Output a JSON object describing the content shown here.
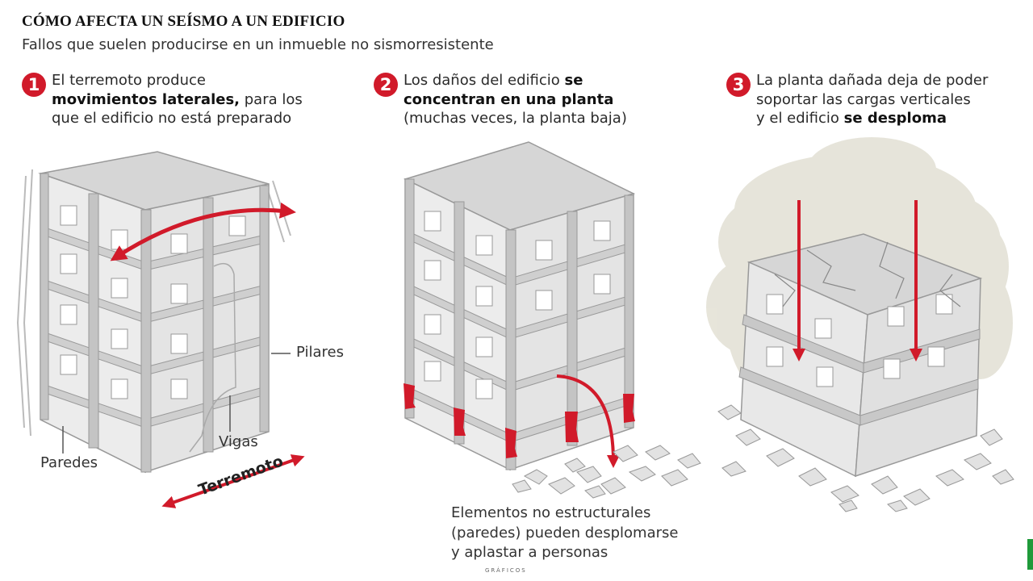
{
  "header": {
    "title": "CÓMO AFECTA UN SEÍSMO A UN EDIFICIO",
    "subtitle": "Fallos que suelen producirse en un inmueble no sismorresistente"
  },
  "steps": [
    {
      "number": "1",
      "line1_normal": "El terremoto produce",
      "line2_bold": "movimientos laterales,",
      "line2_normal": " para los",
      "line3_normal": "que el edificio no está preparado"
    },
    {
      "number": "2",
      "line1_normal": "Los daños del edificio ",
      "line1_bold": "se",
      "line2_bold": "concentran en una planta",
      "line3_normal": "(muchas veces, la planta baja)"
    },
    {
      "number": "3",
      "line1_normal": "La planta dañada deja de poder",
      "line2_normal": "soportar las cargas verticales",
      "line3_normal": "y el edificio ",
      "line3_bold": "se desploma"
    }
  ],
  "labels": {
    "pilares": "Pilares",
    "vigas": "Vigas",
    "paredes": "Paredes",
    "terremoto": "Terremoto"
  },
  "note": {
    "line1": "Elementos no estructurales",
    "line2": "(paredes) pueden desplomarse",
    "line3": "y aplastar a personas"
  },
  "credit": "GRÁFICOS",
  "colors": {
    "accent_red": "#d11a2a",
    "building_gray": "#d9d9d9",
    "dust": "#e4e2d6",
    "edge_green": "#1f9a3a"
  }
}
